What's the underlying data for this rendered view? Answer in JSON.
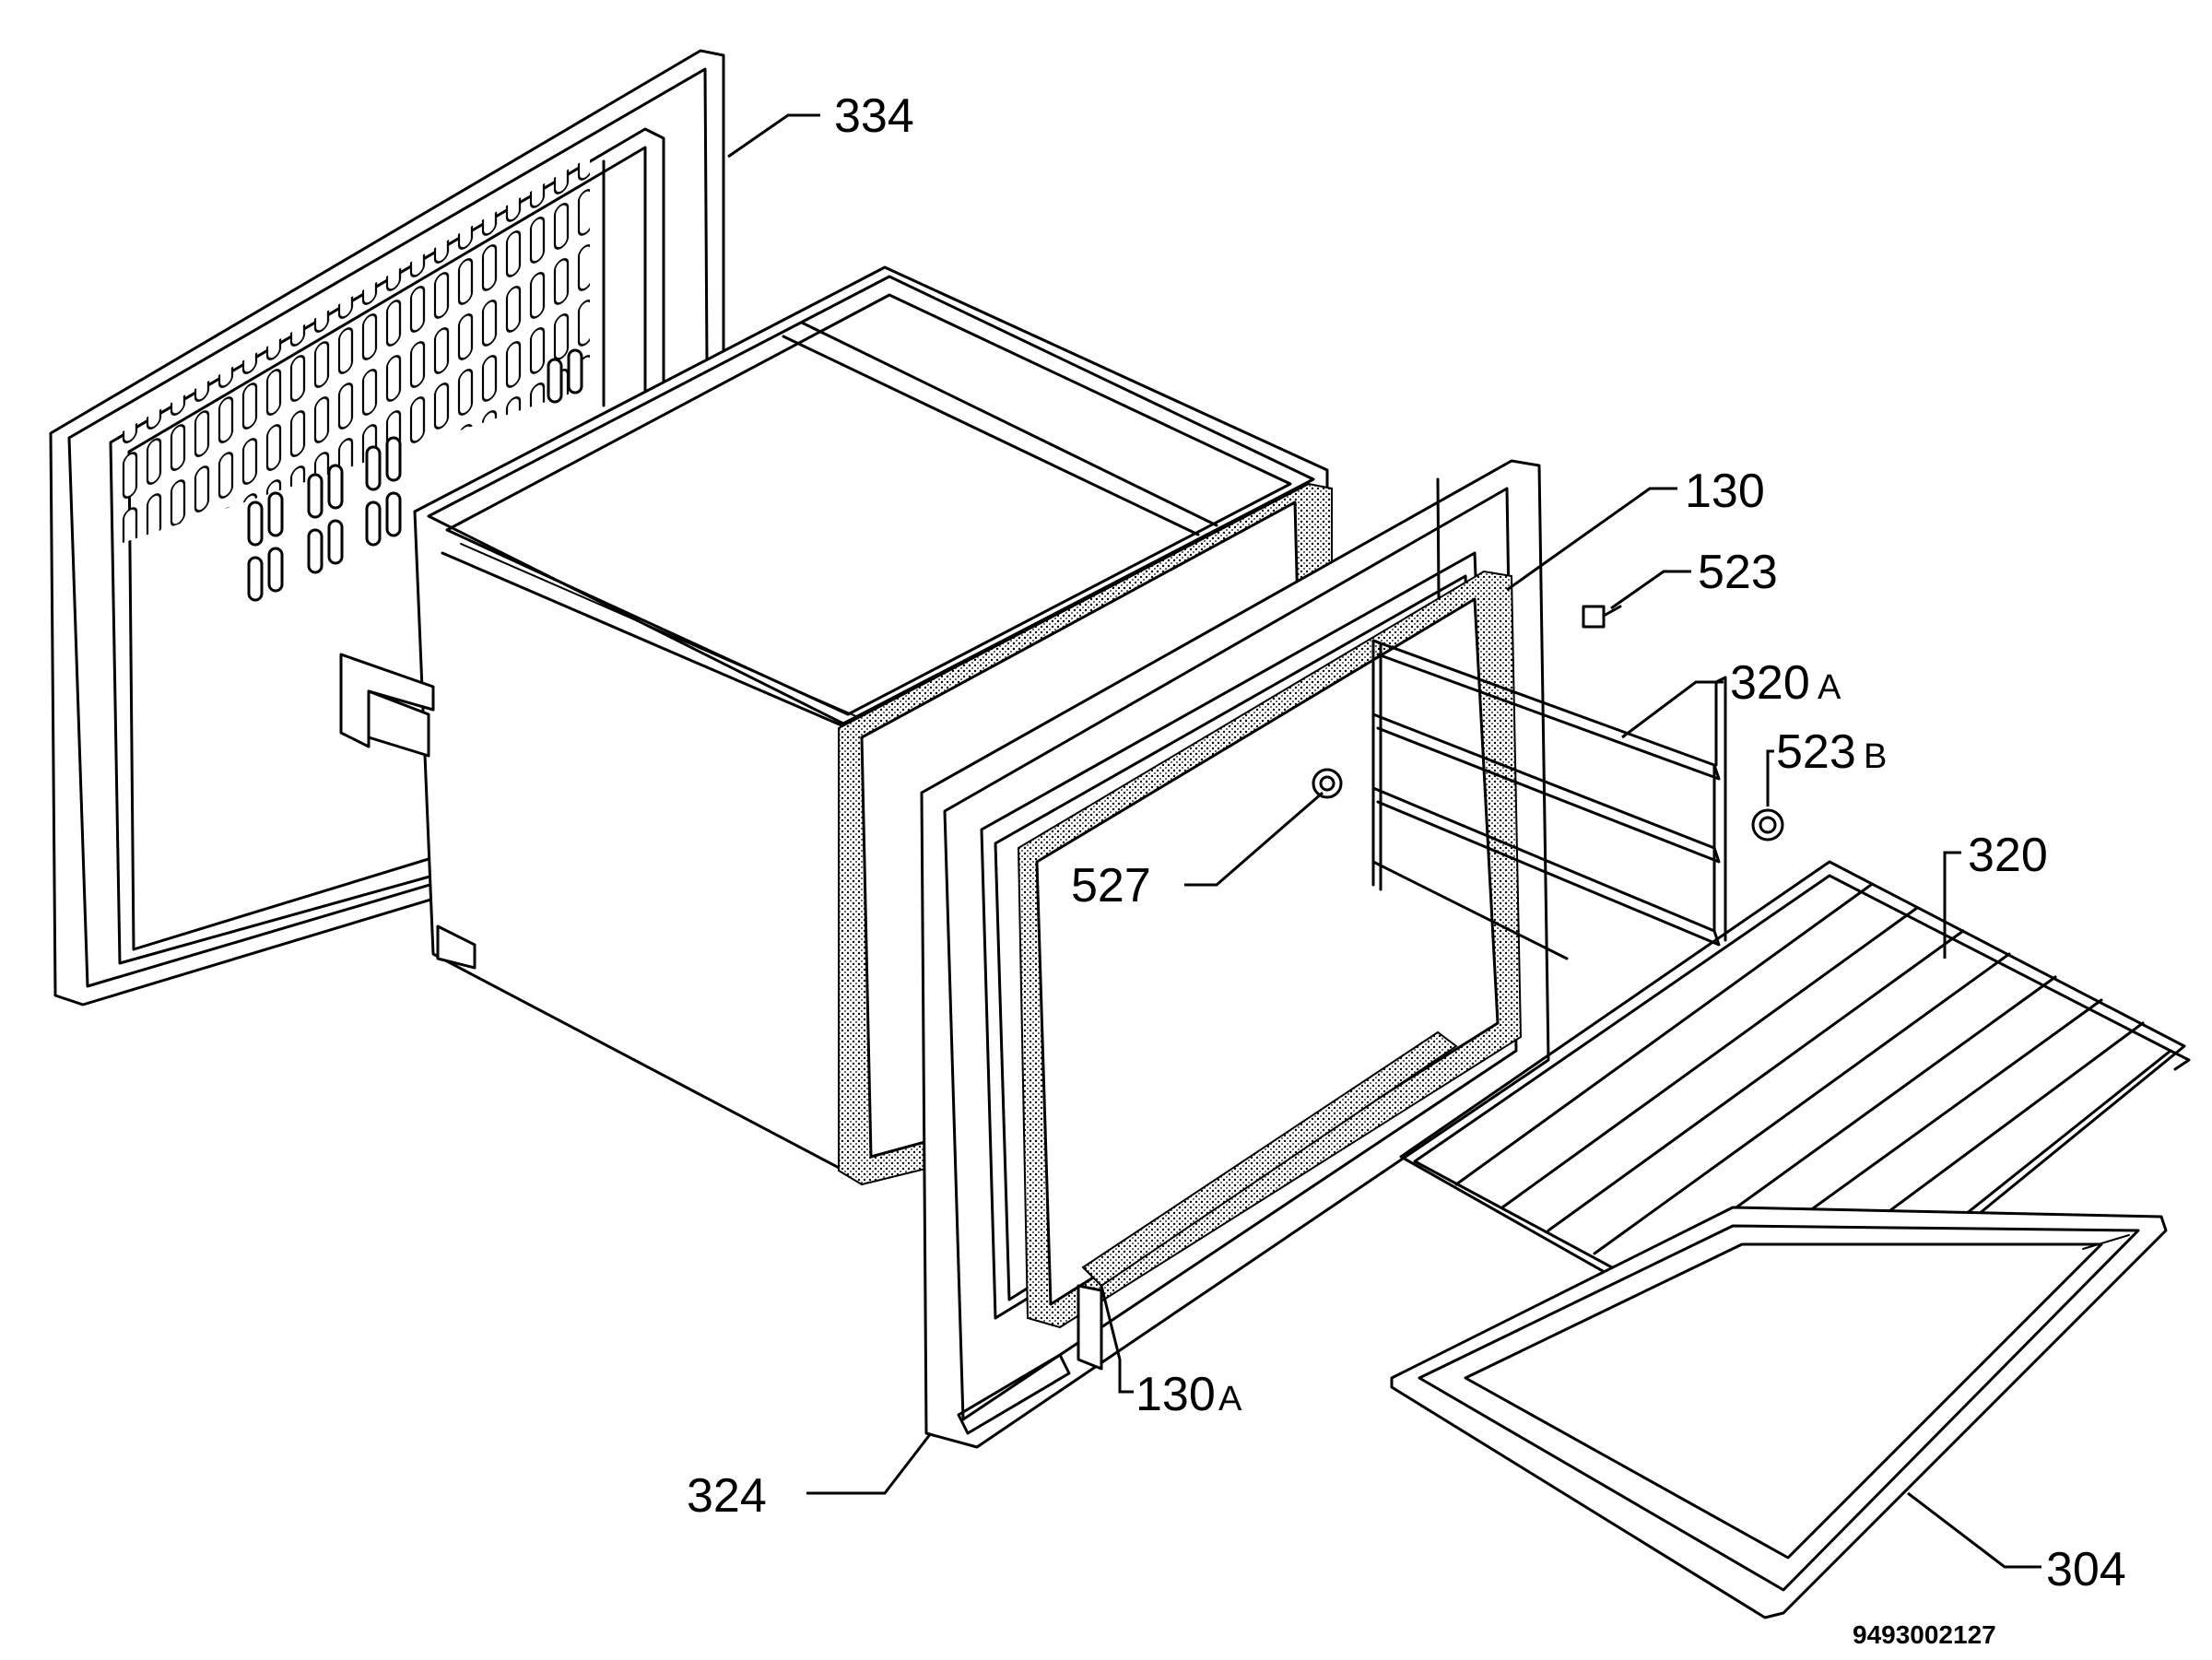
{
  "diagram": {
    "document_code": "9493002127",
    "callouts": [
      {
        "id": "334",
        "text": "334",
        "suffix": ""
      },
      {
        "id": "130",
        "text": "130",
        "suffix": ""
      },
      {
        "id": "523",
        "text": "523",
        "suffix": ""
      },
      {
        "id": "320A",
        "text": "320",
        "suffix": "A"
      },
      {
        "id": "523B",
        "text": "523",
        "suffix": "B"
      },
      {
        "id": "320",
        "text": "320",
        "suffix": ""
      },
      {
        "id": "527",
        "text": "527",
        "suffix": ""
      },
      {
        "id": "130A",
        "text": "130",
        "suffix": "A"
      },
      {
        "id": "324",
        "text": "324",
        "suffix": ""
      },
      {
        "id": "304",
        "text": "304",
        "suffix": ""
      }
    ],
    "parts": [
      "rear-panel",
      "oven-cavity",
      "front-frame",
      "door-seal",
      "side-rails",
      "wire-shelf",
      "baking-tray",
      "lamp-cover",
      "fixing-screw",
      "bushing"
    ],
    "colors": {
      "ink": "#000000",
      "paper": "#ffffff"
    }
  }
}
